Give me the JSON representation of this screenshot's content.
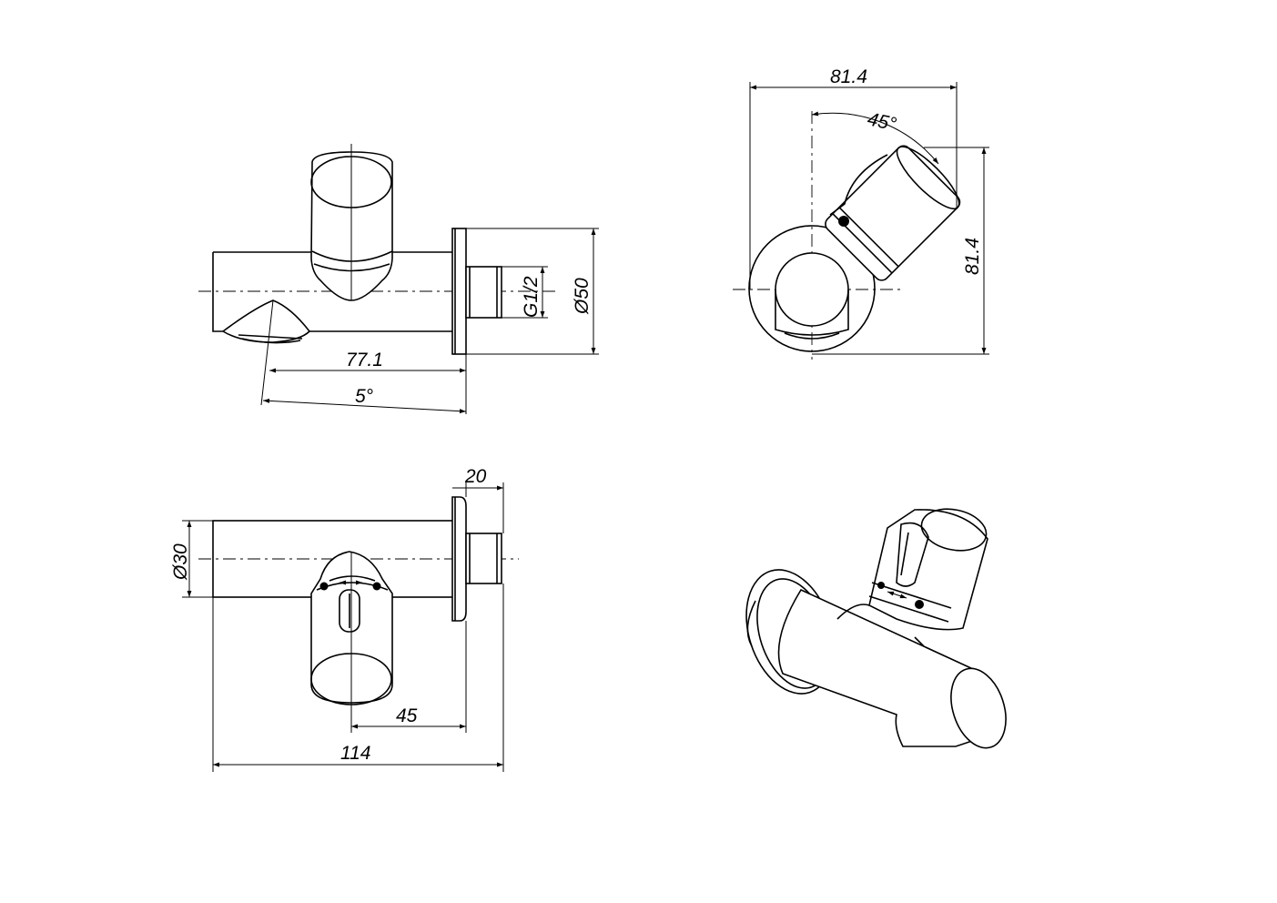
{
  "dimensions": {
    "top_left": {
      "spout_projection": "77.1",
      "outlet_angle": "5°",
      "thread": "G1/2",
      "flange_diameter": "Ø50"
    },
    "top_right": {
      "width": "81.4",
      "height": "81.4",
      "rotation_angle": "45°"
    },
    "bottom_left": {
      "body_diameter": "Ø30",
      "connector_length": "20",
      "cap_offset": "45",
      "overall_length": "114"
    }
  },
  "colors": {
    "line": "#000000",
    "background": "#ffffff"
  }
}
